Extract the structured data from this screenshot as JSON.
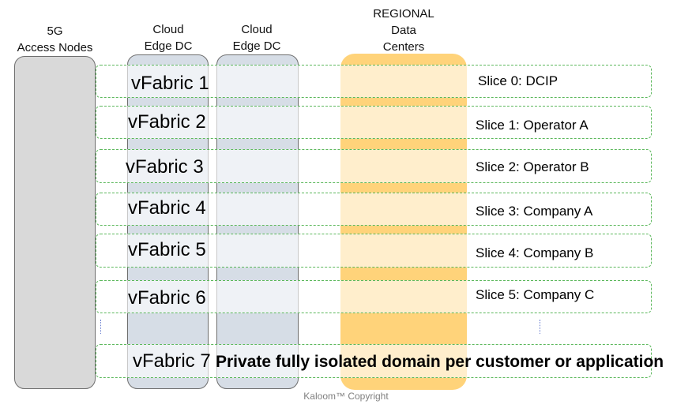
{
  "headers": {
    "access": [
      "5G",
      "Access Nodes"
    ],
    "edge1": [
      "Cloud",
      "Edge DC"
    ],
    "edge2": [
      "Cloud",
      "Edge DC"
    ],
    "regional": [
      "REGIONAL",
      "Data",
      "Centers"
    ]
  },
  "rows": [
    {
      "fabric": "vFabric 1",
      "slice": "Slice 0: DCIP"
    },
    {
      "fabric": "vFabric 2",
      "slice": "Slice 1: Operator A"
    },
    {
      "fabric": "vFabric 3",
      "slice": "Slice 2: Operator B"
    },
    {
      "fabric": "vFabric 4",
      "slice": "Slice 3: Company A"
    },
    {
      "fabric": "vFabric 5",
      "slice": "Slice 4: Company B"
    },
    {
      "fabric": "vFabric 6",
      "slice": "Slice 5: Company C"
    }
  ],
  "last_row": {
    "fabric": "vFabric 7",
    "text": "Private fully isolated domain per customer or application"
  },
  "copyright": "Kaloom™ Copyright",
  "colors": {
    "access_column": "#d9d9d9",
    "edge_column": "#d6dde6",
    "regional_column": "#ffd37a",
    "band_border": "#5cb85c"
  }
}
